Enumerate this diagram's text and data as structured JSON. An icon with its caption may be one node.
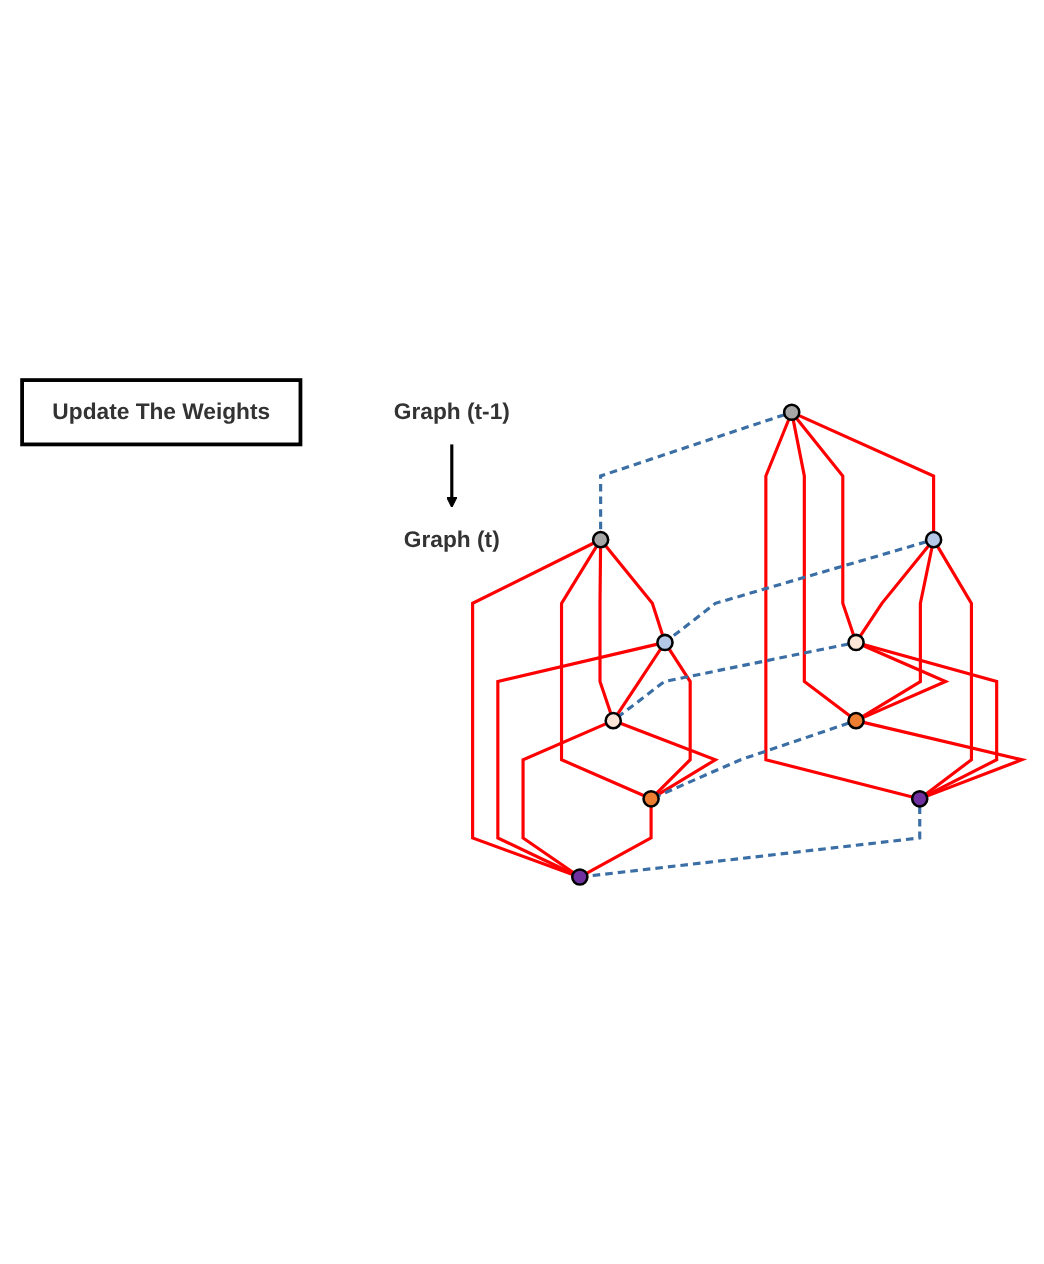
{
  "diagram": {
    "nodes": [
      {
        "text": [
          "Graph (t)"
        ]
      },
      {
        "text": [
          "Update The Weights"
        ]
      },
      {
        "text": [
          "Graph (t-1)"
        ]
      },
      {
        "text": [],
        "shape": "circle"
      },
      {
        "text": [],
        "shape": "circle"
      },
      {
        "text": [],
        "shape": "circle"
      },
      {
        "text": [],
        "shape": "circle"
      },
      {
        "text": [],
        "shape": "circle"
      },
      {
        "text": [],
        "shape": "circle"
      },
      {
        "text": [],
        "shape": "circle"
      },
      {
        "text": [],
        "shape": "circle"
      },
      {
        "text": [],
        "shape": "circle"
      },
      {
        "text": [],
        "shape": "circle"
      }
    ],
    "edges": [
      {
        "from": 2,
        "to": 0,
        "arrow": "to",
        "color": "#000000"
      },
      {
        "from": 3,
        "to": 4,
        "arrow": "none"
      },
      {
        "from": 3,
        "to": 5,
        "arrow": "none"
      },
      {
        "from": 3,
        "to": 6,
        "arrow": "none"
      },
      {
        "from": 3,
        "to": 7,
        "arrow": "none"
      },
      {
        "from": 4,
        "to": 5,
        "arrow": "none"
      },
      {
        "from": 4,
        "to": 6,
        "arrow": "none"
      },
      {
        "from": 4,
        "to": 7,
        "arrow": "none"
      },
      {
        "from": 5,
        "to": 6,
        "arrow": "none"
      },
      {
        "from": 5,
        "to": 7,
        "arrow": "none"
      },
      {
        "from": 7,
        "to": 6,
        "arrow": "none"
      },
      {
        "from": 8,
        "to": 9,
        "arrow": "none"
      },
      {
        "from": 8,
        "to": 10,
        "arrow": "none"
      },
      {
        "from": 8,
        "to": 11,
        "arrow": "none"
      },
      {
        "from": 8,
        "to": 12,
        "arrow": "none"
      },
      {
        "from": 9,
        "to": 10,
        "arrow": "none"
      },
      {
        "from": 9,
        "to": 11,
        "arrow": "none"
      },
      {
        "from": 9,
        "to": 12,
        "arrow": "none"
      },
      {
        "from": 10,
        "to": 11,
        "arrow": "none"
      },
      {
        "from": 10,
        "to": 12,
        "arrow": "none"
      },
      {
        "from": 12,
        "to": 11,
        "arrow": "none"
      },
      {
        "from": 3,
        "to": 8,
        "arrow": "none",
        "style": "dashed",
        "color": "#3a6ea5"
      },
      {
        "from": 4,
        "to": 9,
        "arrow": "none",
        "style": "dashed",
        "color": "#3a6ea5"
      },
      {
        "from": 5,
        "to": 10,
        "arrow": "none",
        "style": "dashed",
        "color": "#3a6ea5"
      },
      {
        "from": 6,
        "to": 11,
        "arrow": "none",
        "style": "dashed",
        "color": "#3a6ea5"
      },
      {
        "from": 7,
        "to": 12,
        "arrow": "none",
        "style": "dashed",
        "color": "#3a6ea5"
      }
    ]
  }
}
